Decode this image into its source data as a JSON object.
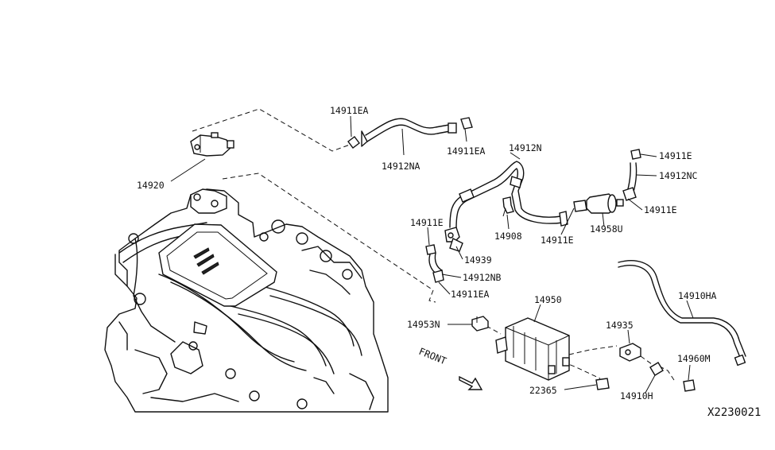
{
  "diagram_code": "X2230021",
  "front_label": "FRONT",
  "callouts": {
    "p14911EA_top": "14911EA",
    "p14911EA_right": "14911EA",
    "p14912NA": "14912NA",
    "p14920": "14920",
    "p14912N": "14912N",
    "p14911E_top": "14911E",
    "p14912NC": "14912NC",
    "p14911E_right": "14911E",
    "p14911E_left": "14911E",
    "p14908": "14908",
    "p14911E_mid": "14911E",
    "p14958U": "14958U",
    "p14939": "14939",
    "p14912NB": "14912NB",
    "p14911EA_bottom": "14911EA",
    "p14950": "14950",
    "p14953N": "14953N",
    "p14935": "14935",
    "p14910HA": "14910HA",
    "p14960M": "14960M",
    "p22365": "22365",
    "p14910H": "14910H"
  }
}
